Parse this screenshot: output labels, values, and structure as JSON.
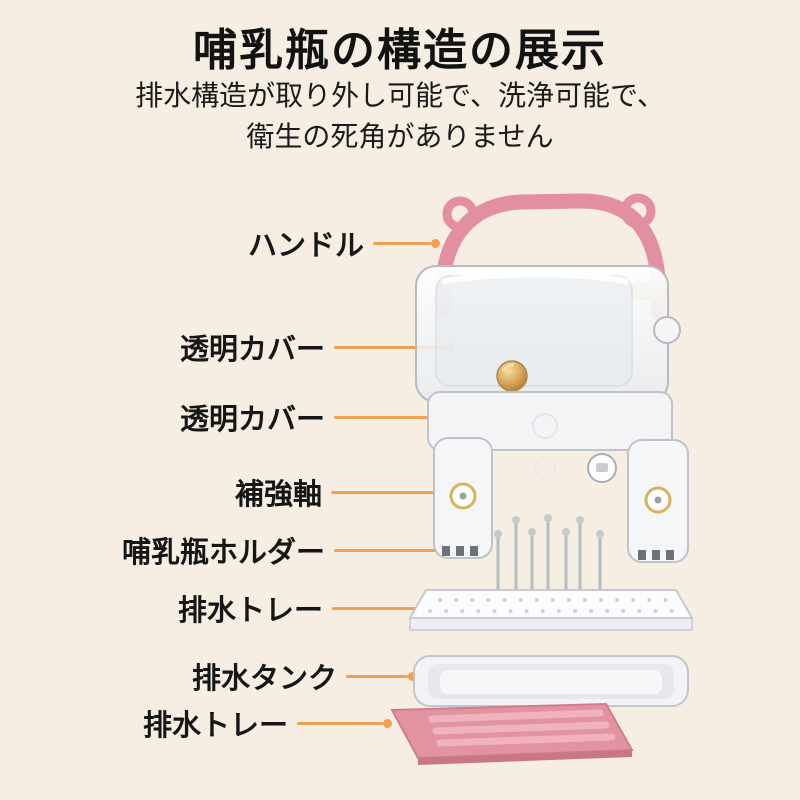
{
  "page": {
    "title": "哺乳瓶の構造の展示",
    "subtitle_lines": {
      "0": "排水構造が取り外し可能で、洗浄可能で、",
      "1": "衛生の死角がありません"
    }
  },
  "labels": [
    {
      "text": "ハンドル"
    },
    {
      "text": "透明カバー"
    },
    {
      "text": "透明カバー"
    },
    {
      "text": "補強軸"
    },
    {
      "text": "哺乳瓶ホルダー"
    },
    {
      "text": "排水トレー"
    },
    {
      "text": "排水タンク"
    },
    {
      "text": "排水トレー"
    }
  ],
  "colors": {
    "background": "#f6eee3",
    "leader_line": "#f0a052",
    "handle_pink": "#e28fa2",
    "tray_pink": "#e293a1",
    "gold_accent": "#d8b35e",
    "text": "#161616"
  }
}
